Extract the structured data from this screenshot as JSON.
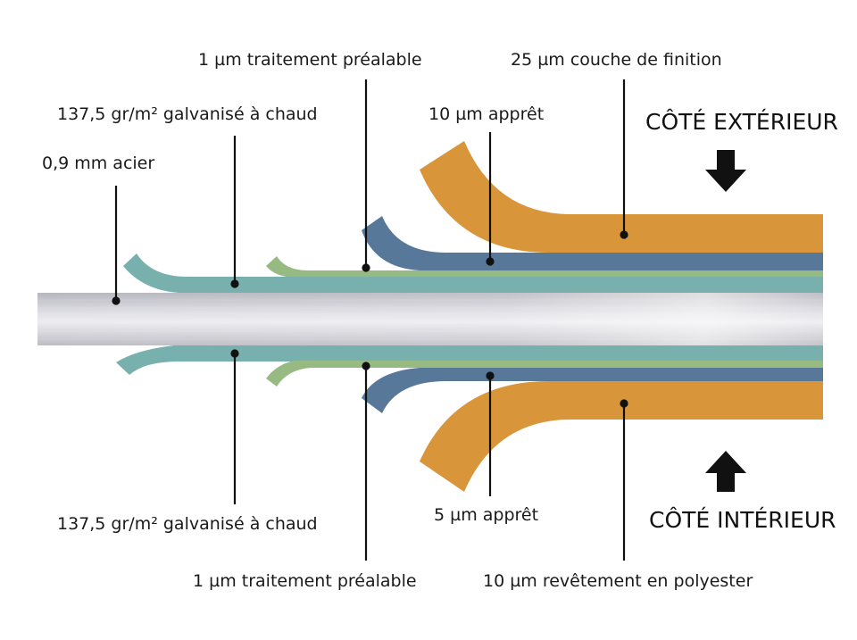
{
  "diagram": {
    "colors": {
      "steel_light": "#e9e9ee",
      "steel_dark": "#aeaeb6",
      "galvanized": "#78b0ae",
      "pretreatment": "#96ba82",
      "primer": "#58789a",
      "finish": "#d8953a",
      "leader": "#111111"
    },
    "labels": {
      "steel": "0,9 mm  acier",
      "galv_top": "137,5 gr/m² galvanisé à chaud",
      "pretreat_top": "1 µm traitement préalable",
      "primer_top": "10 µm apprêt",
      "finish_top": "25 µm couche de finition",
      "galv_bottom": "137,5 gr/m² galvanisé à chaud",
      "pretreat_bottom": "1 µm traitement préalable",
      "primer_bottom": "5 µm apprêt",
      "finish_bottom": "10 µm revêtement en polyester"
    },
    "sides": {
      "exterior": "CÔTÉ EXTÉRIEUR",
      "interior": "CÔTÉ INTÉRIEUR"
    },
    "icons": {
      "exterior_arrow": "arrow-down-icon",
      "interior_arrow": "arrow-up-icon"
    }
  }
}
